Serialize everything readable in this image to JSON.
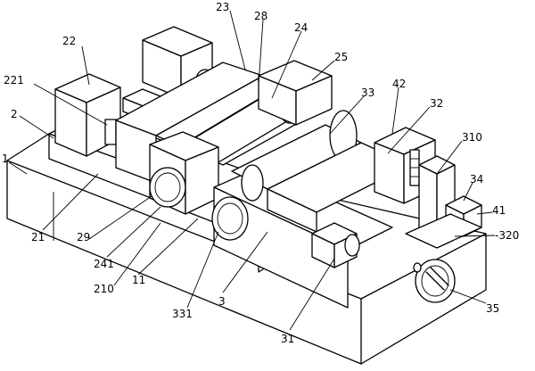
{
  "labels": {
    "l22": "22",
    "l221": "221",
    "l2": "2",
    "l1": "1",
    "l21": "21",
    "l23": "23",
    "l28": "28",
    "l24": "24",
    "l25": "25",
    "l33": "33",
    "l42": "42",
    "l32": "32",
    "l310": "310",
    "l34": "34",
    "l41": "41",
    "l320": "-320",
    "l35": "35",
    "l31": "31",
    "l3": "3",
    "l331": "331",
    "l11": "11",
    "l210": "210",
    "l241": "241",
    "l29": "29"
  }
}
